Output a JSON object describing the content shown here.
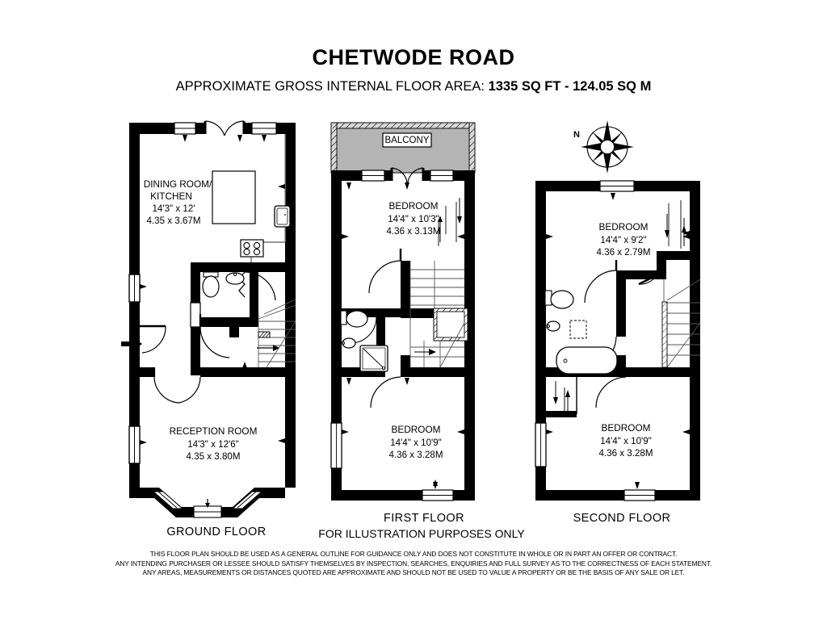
{
  "document": {
    "title": "CHETWODE ROAD",
    "area_lead": "APPROXIMATE GROSS INTERNAL FLOOR AREA:",
    "area_value": "1335 SQ FT  -  124.05 SQ M",
    "illustration_note": "FOR ILLUSTRATION PURPOSES ONLY",
    "disclaimer": [
      "THIS FLOOR PLAN SHOULD BE USED AS A GENERAL OUTLINE FOR GUIDANCE ONLY AND DOES NOT CONSTITUTE IN WHOLE OR IN PART AN OFFER OR CONTRACT.",
      "ANY INTENDING PURCHASER OR LESSEE SHOULD SATISFY THEMSELVES BY INSPECTION, SEARCHES, ENQUIRIES AND FULL SURVEY AS TO THE CORRECTNESS OF EACH STATEMENT.",
      "ANY AREAS, MEASUREMENTS OR DISTANCES QUOTED ARE APPROXIMATE AND SHOULD NOT BE USED TO VALUE A PROPERTY OR BE THE BASIS OF ANY SALE OR LET."
    ]
  },
  "compass": {
    "label": "N"
  },
  "floors": [
    {
      "id": "ground",
      "label": "GROUND FLOOR",
      "rooms": [
        {
          "name_line1": "DINING ROOM/",
          "name_line2": "KITCHEN",
          "imperial": "14'3\" x 12'",
          "metric": "4.35 x 3.67M"
        },
        {
          "name_line1": "RECEPTION ROOM",
          "name_line2": "",
          "imperial": "14'3\" x 12'6\"",
          "metric": "4.35 x 3.80M"
        }
      ]
    },
    {
      "id": "first",
      "label": "FIRST FLOOR",
      "balcony_label": "BALCONY",
      "rooms": [
        {
          "name_line1": "BEDROOM",
          "name_line2": "",
          "imperial": "14'4\" x 10'3\"",
          "metric": "4.36 x 3.13M"
        },
        {
          "name_line1": "BEDROOM",
          "name_line2": "",
          "imperial": "14'4\" x 10'9\"",
          "metric": "4.36 x 3.28M"
        }
      ]
    },
    {
      "id": "second",
      "label": "SECOND FLOOR",
      "rooms": [
        {
          "name_line1": "BEDROOM",
          "name_line2": "",
          "imperial": "14'4\" x 9'2\"",
          "metric": "4.36 x 2.79M"
        },
        {
          "name_line1": "BEDROOM",
          "name_line2": "",
          "imperial": "14'4\" x 10'9\"",
          "metric": "4.36 x 3.28M"
        }
      ]
    }
  ],
  "colors": {
    "wall": "#000000",
    "background": "#ffffff",
    "balcony_fill": "#b4b4b4",
    "fixture_stroke": "#000000"
  }
}
